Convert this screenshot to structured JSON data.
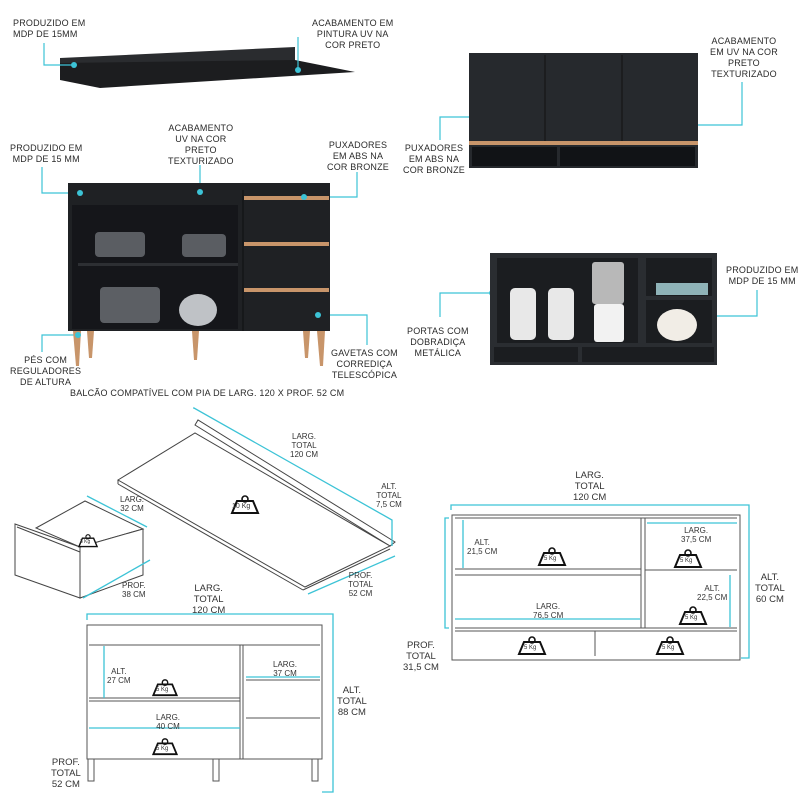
{
  "callouts": {
    "countertop_material": [
      "PRODUZIDO EM",
      "MDP DE 15MM"
    ],
    "countertop_finish": [
      "ACABAMENTO EM",
      "PINTURA UV NA",
      "COR PRETO"
    ],
    "base_material": [
      "PRODUZIDO EM",
      "MDP DE 15 MM"
    ],
    "base_finish": [
      "ACABAMENTO",
      "UV NA COR",
      "PRETO",
      "TEXTURIZADO"
    ],
    "base_handles": [
      "PUXADORES",
      "EM ABS NA",
      "COR BRONZE"
    ],
    "base_feet": [
      "PÉS COM",
      "REGULADORES",
      "DE ALTURA"
    ],
    "base_drawers": [
      "GAVETAS COM",
      "CORREDIÇA",
      "TELESCÓPICA"
    ],
    "wall_handles": [
      "PUXADORES",
      "EM ABS NA",
      "COR BRONZE"
    ],
    "wall_finish": [
      "ACABAMENTO",
      "EM UV NA COR",
      "PRETO",
      "TEXTURIZADO"
    ],
    "wall_hinges": [
      "PORTAS COM",
      "DOBRADIÇA",
      "METÁLICA"
    ],
    "wall_material": [
      "PRODUZIDO EM",
      "MDP DE 15 MM"
    ]
  },
  "caption": "BALCÃO COMPATÍVEL COM PIA DE LARG. 120 X PROF. 52 CM",
  "colors": {
    "accent": "#3cc3d6",
    "body": "#1f2124",
    "bronze": "#c8956a"
  },
  "dimensions": {
    "countertop": {
      "width": [
        "LARG.",
        "TOTAL",
        "120 CM"
      ],
      "height": [
        "ALT.",
        "TOTAL",
        "7,5 CM"
      ],
      "depth": [
        "PROF.",
        "TOTAL",
        "52 CM"
      ],
      "load": "10 Kg"
    },
    "drawer": {
      "width": [
        "LARG.",
        "32 CM"
      ],
      "depth": [
        "PROF.",
        "38 CM"
      ],
      "load": "3 Kg"
    },
    "base": {
      "width": [
        "LARG.",
        "TOTAL",
        "120 CM"
      ],
      "height": [
        "ALT.",
        "TOTAL",
        "88 CM"
      ],
      "depth": [
        "PROF.",
        "TOTAL",
        "52 CM"
      ],
      "shelf_height": [
        "ALT.",
        "27 CM"
      ],
      "shelf_width": [
        "LARG.",
        "40 CM"
      ],
      "drawer_width": [
        "LARG.",
        "37 CM"
      ],
      "loads": [
        "5 Kg",
        "5 Kg"
      ]
    },
    "wall": {
      "width": [
        "LARG.",
        "TOTAL",
        "120 CM"
      ],
      "height": [
        "ALT.",
        "TOTAL",
        "60 CM"
      ],
      "depth": [
        "PROF.",
        "TOTAL",
        "31,5 CM"
      ],
      "top_left_height": [
        "ALT.",
        "21,5 CM"
      ],
      "left_width": [
        "LARG.",
        "76,5 CM"
      ],
      "right_width": [
        "LARG.",
        "37,5 CM"
      ],
      "right_height": [
        "ALT.",
        "22,5 CM"
      ],
      "loads": [
        "5 Kg",
        "5 Kg",
        "5 Kg",
        "5 Kg",
        "5 Kg"
      ]
    }
  }
}
